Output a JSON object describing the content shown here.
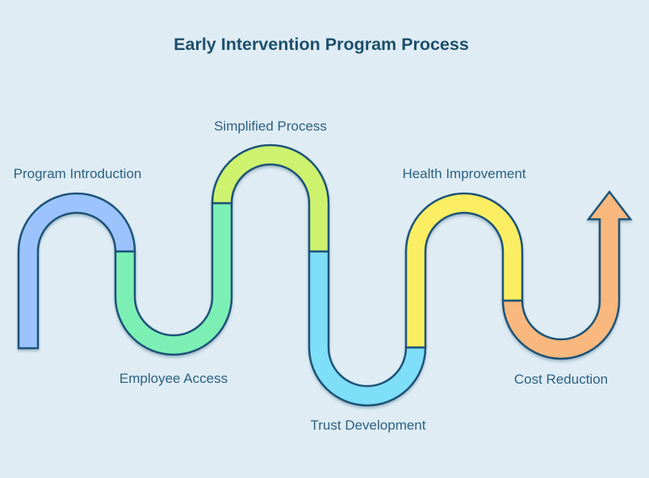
{
  "title": "Early Intervention Program Process",
  "diagram_type": "process-flow-snake",
  "flow_direction": "left-to-right, ends with upward arrow",
  "colors": {
    "background": "#dfecf4",
    "outline": "#1f5378",
    "title_text": "#1d4f6b",
    "label_text": "#2d6182"
  },
  "stages": [
    {
      "order": 1,
      "label": "Program Introduction",
      "color": "#9cc3fb",
      "label_position": "above"
    },
    {
      "order": 2,
      "label": "Employee Access",
      "color": "#7cf0b4",
      "label_position": "below"
    },
    {
      "order": 3,
      "label": "Simplified Process",
      "color": "#cdf26e",
      "label_position": "above"
    },
    {
      "order": 4,
      "label": "Trust Development",
      "color": "#7fdef8",
      "label_position": "below"
    },
    {
      "order": 5,
      "label": "Health Improvement",
      "color": "#fbee62",
      "label_position": "above"
    },
    {
      "order": 6,
      "label": "Cost Reduction",
      "color": "#f8b87e",
      "label_position": "below"
    }
  ]
}
